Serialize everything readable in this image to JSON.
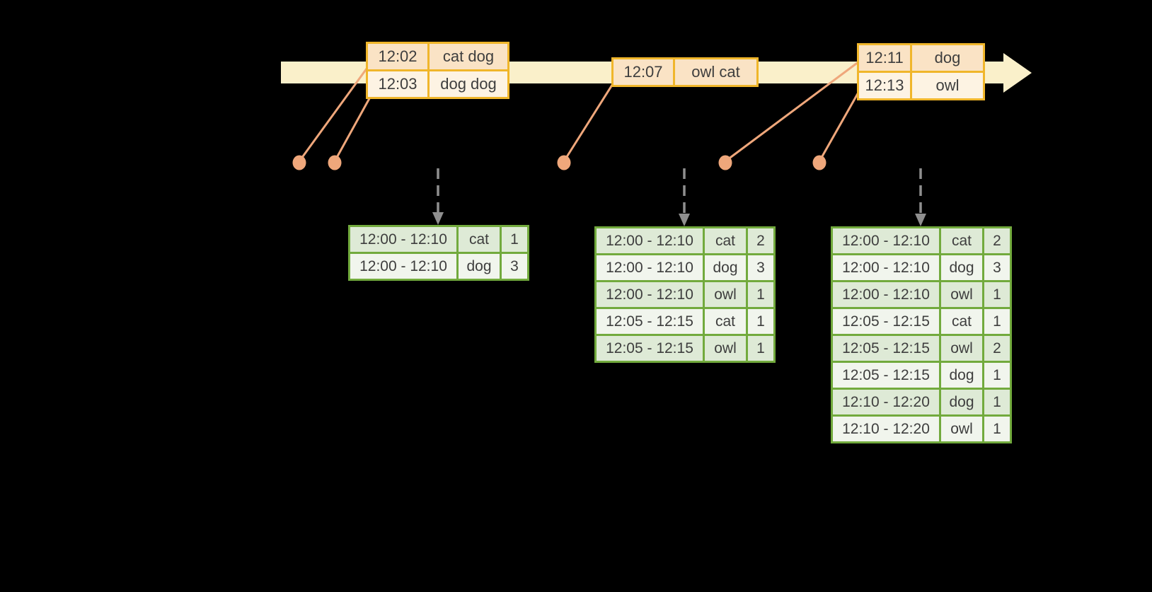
{
  "colors": {
    "background": "#000000",
    "timeline_band": "#faf0ca",
    "event_box_border": "#f0b62b",
    "event_cell_dark": "#fae3c5",
    "event_cell_light": "#fdf3e3",
    "connector_salmon": "#efa77b",
    "table_border_green": "#72aa3d",
    "table_cell_dark": "#deead6",
    "table_cell_light": "#f1f5ed",
    "trigger_arrow_gray": "#8f8f8f",
    "text": "#3e3e3e"
  },
  "event_boxes": [
    {
      "rows": [
        {
          "time": "12:02",
          "words": "cat dog"
        },
        {
          "time": "12:03",
          "words": "dog dog"
        }
      ]
    },
    {
      "rows": [
        {
          "time": "12:07",
          "words": "owl cat"
        }
      ]
    },
    {
      "rows": [
        {
          "time": "12:11",
          "words": "dog"
        },
        {
          "time": "12:13",
          "words": "owl"
        }
      ]
    }
  ],
  "result_tables": [
    {
      "rows": [
        {
          "window": "12:00 - 12:10",
          "word": "cat",
          "count": "1"
        },
        {
          "window": "12:00 - 12:10",
          "word": "dog",
          "count": "3"
        }
      ]
    },
    {
      "rows": [
        {
          "window": "12:00 - 12:10",
          "word": "cat",
          "count": "2"
        },
        {
          "window": "12:00 - 12:10",
          "word": "dog",
          "count": "3"
        },
        {
          "window": "12:00 - 12:10",
          "word": "owl",
          "count": "1"
        },
        {
          "window": "12:05 - 12:15",
          "word": "cat",
          "count": "1"
        },
        {
          "window": "12:05 - 12:15",
          "word": "owl",
          "count": "1"
        }
      ]
    },
    {
      "rows": [
        {
          "window": "12:00 - 12:10",
          "word": "cat",
          "count": "2"
        },
        {
          "window": "12:00 - 12:10",
          "word": "dog",
          "count": "3"
        },
        {
          "window": "12:00 - 12:10",
          "word": "owl",
          "count": "1"
        },
        {
          "window": "12:05 - 12:15",
          "word": "cat",
          "count": "1"
        },
        {
          "window": "12:05 - 12:15",
          "word": "owl",
          "count": "2"
        },
        {
          "window": "12:05 - 12:15",
          "word": "dog",
          "count": "1"
        },
        {
          "window": "12:10 - 12:20",
          "word": "dog",
          "count": "1"
        },
        {
          "window": "12:10 - 12:20",
          "word": "owl",
          "count": "1"
        }
      ]
    }
  ]
}
